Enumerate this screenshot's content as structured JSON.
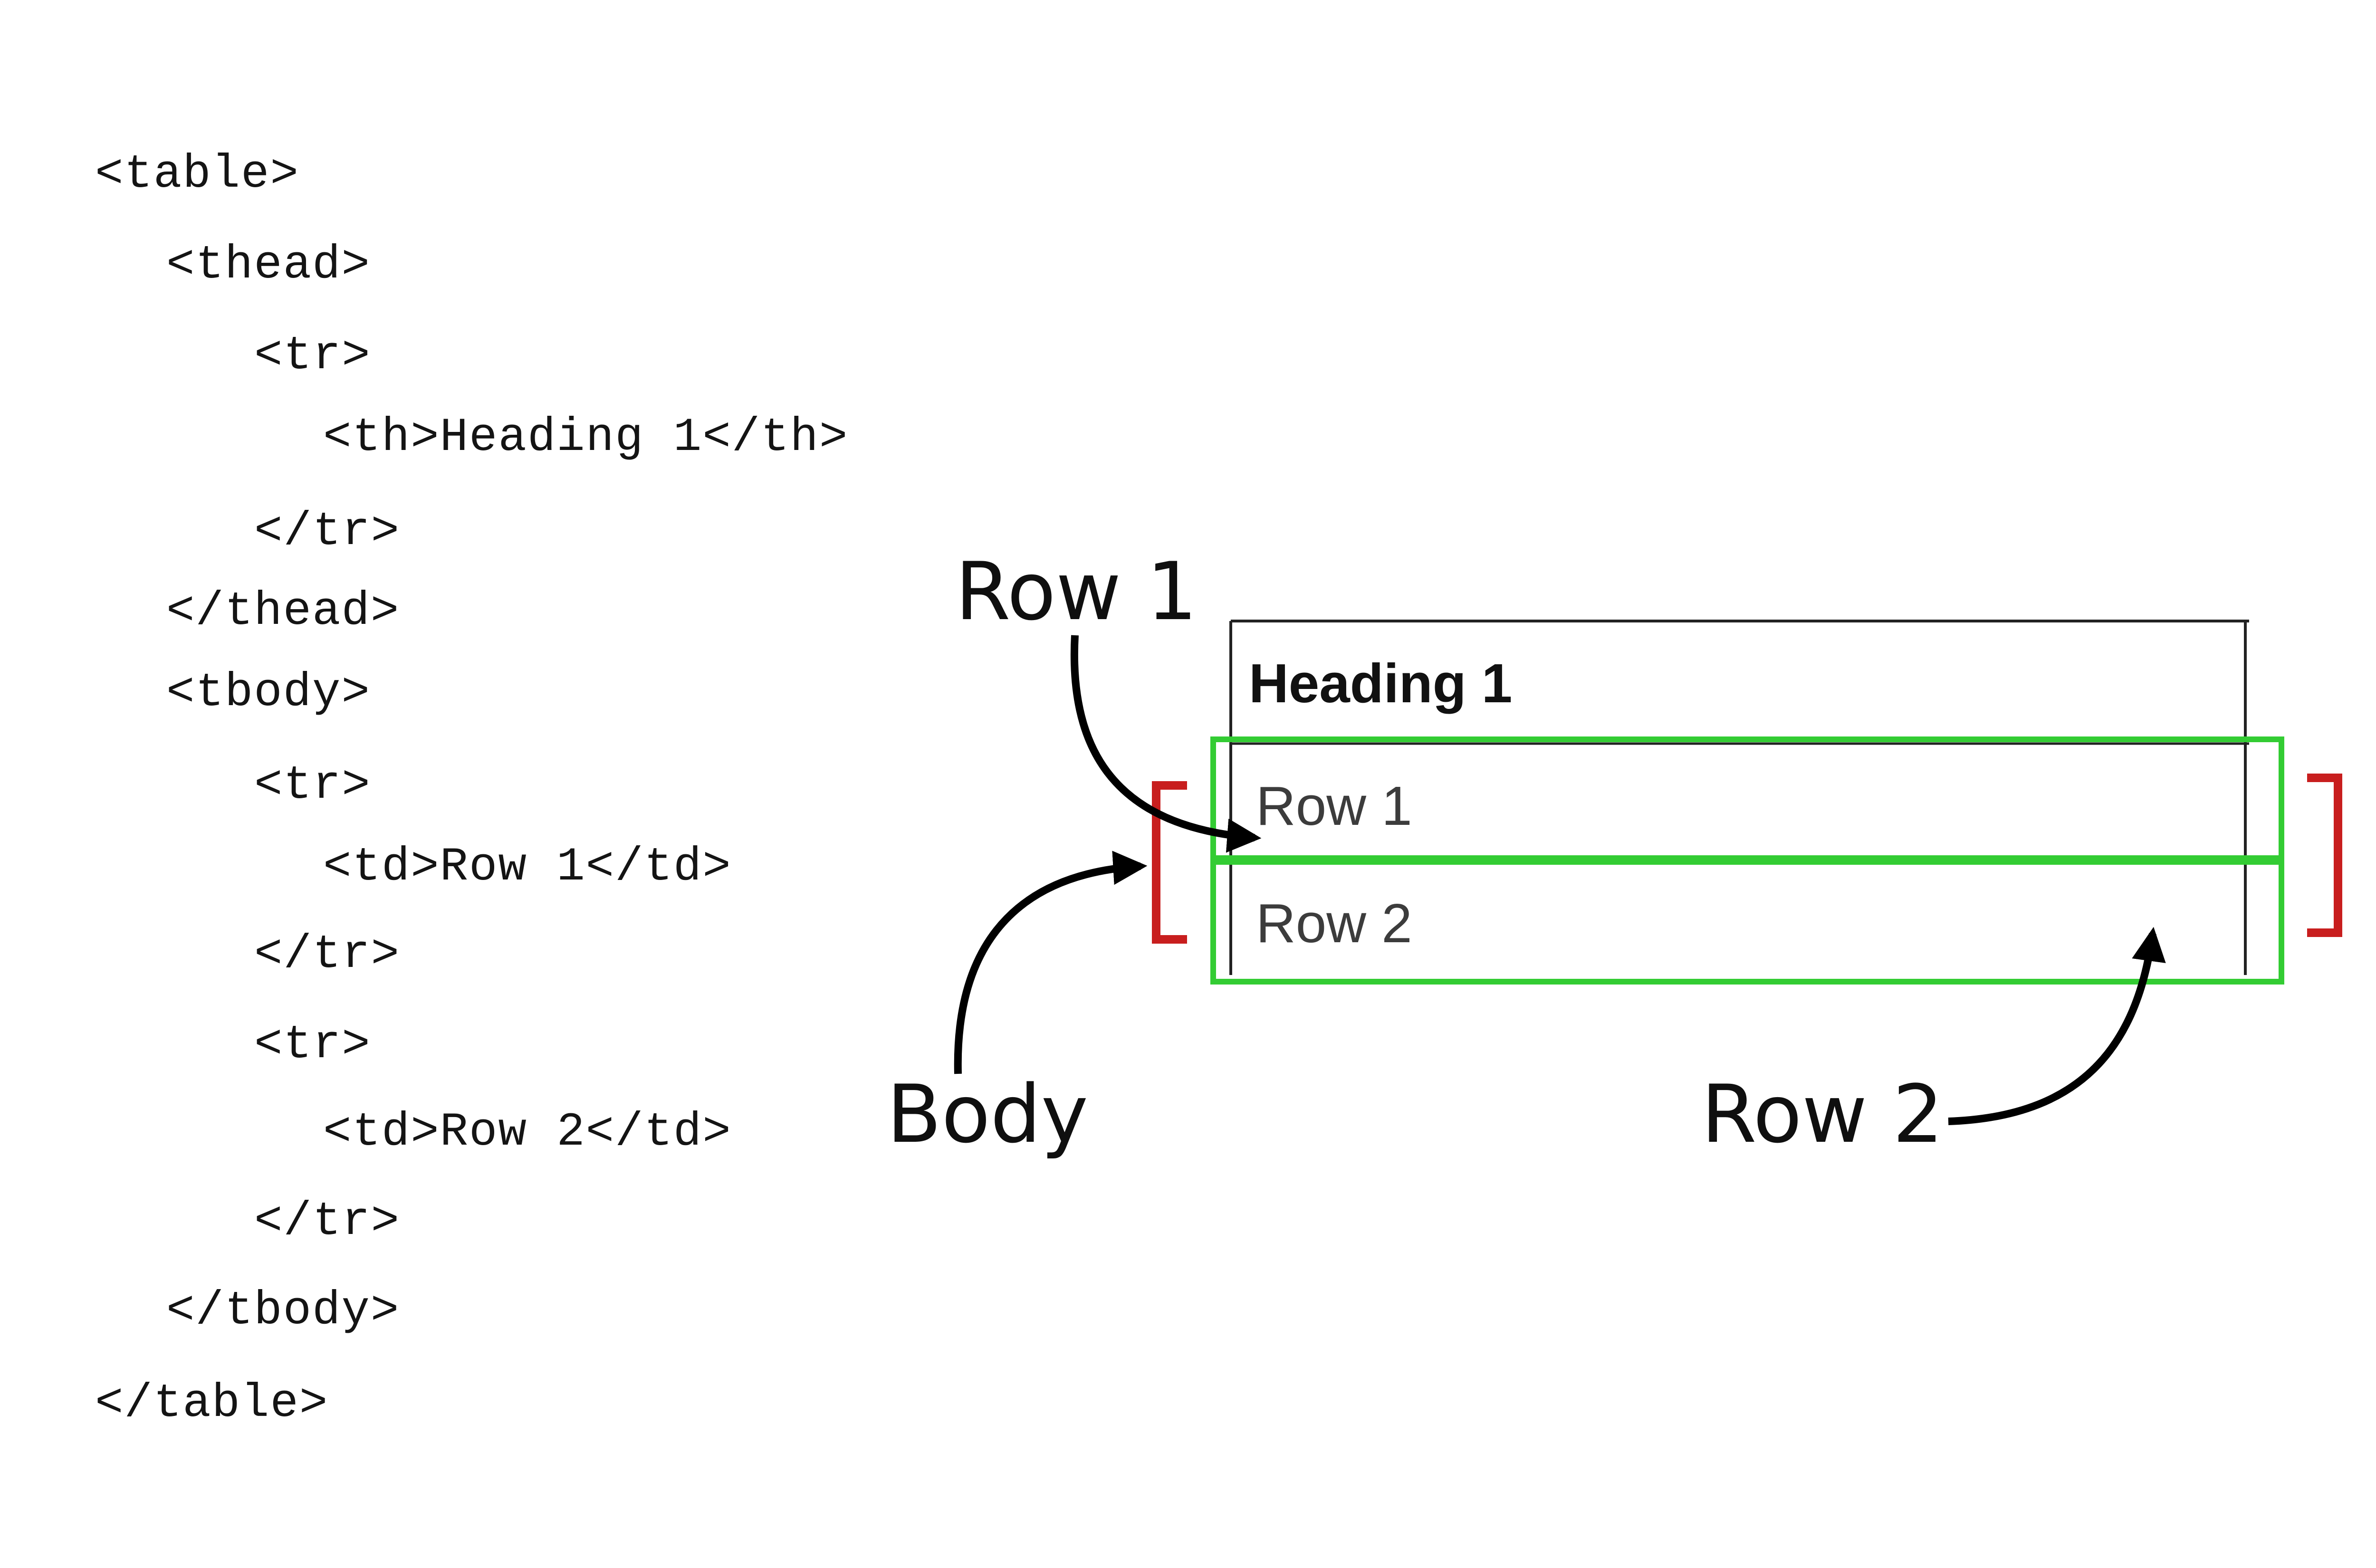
{
  "code_lines": [
    "<table>",
    "<thead>",
    "<tr>",
    "<th>Heading 1</th>",
    "</tr>",
    "</thead>",
    "<tbody>",
    "<tr>",
    "<td>Row 1</td>",
    "</tr>",
    "<tr>",
    "<td>Row 2</td>",
    "</tr>",
    "</tbody>",
    "</table>"
  ],
  "table_preview": {
    "heading": "Heading 1",
    "rows": [
      "Row 1",
      "Row 2"
    ]
  },
  "callouts": {
    "row1": "Row 1",
    "row2": "Row 2",
    "body": "Body"
  },
  "colors": {
    "row_highlight": "#33cc33",
    "body_bracket": "#c81e1e",
    "arrow": "#000000"
  }
}
